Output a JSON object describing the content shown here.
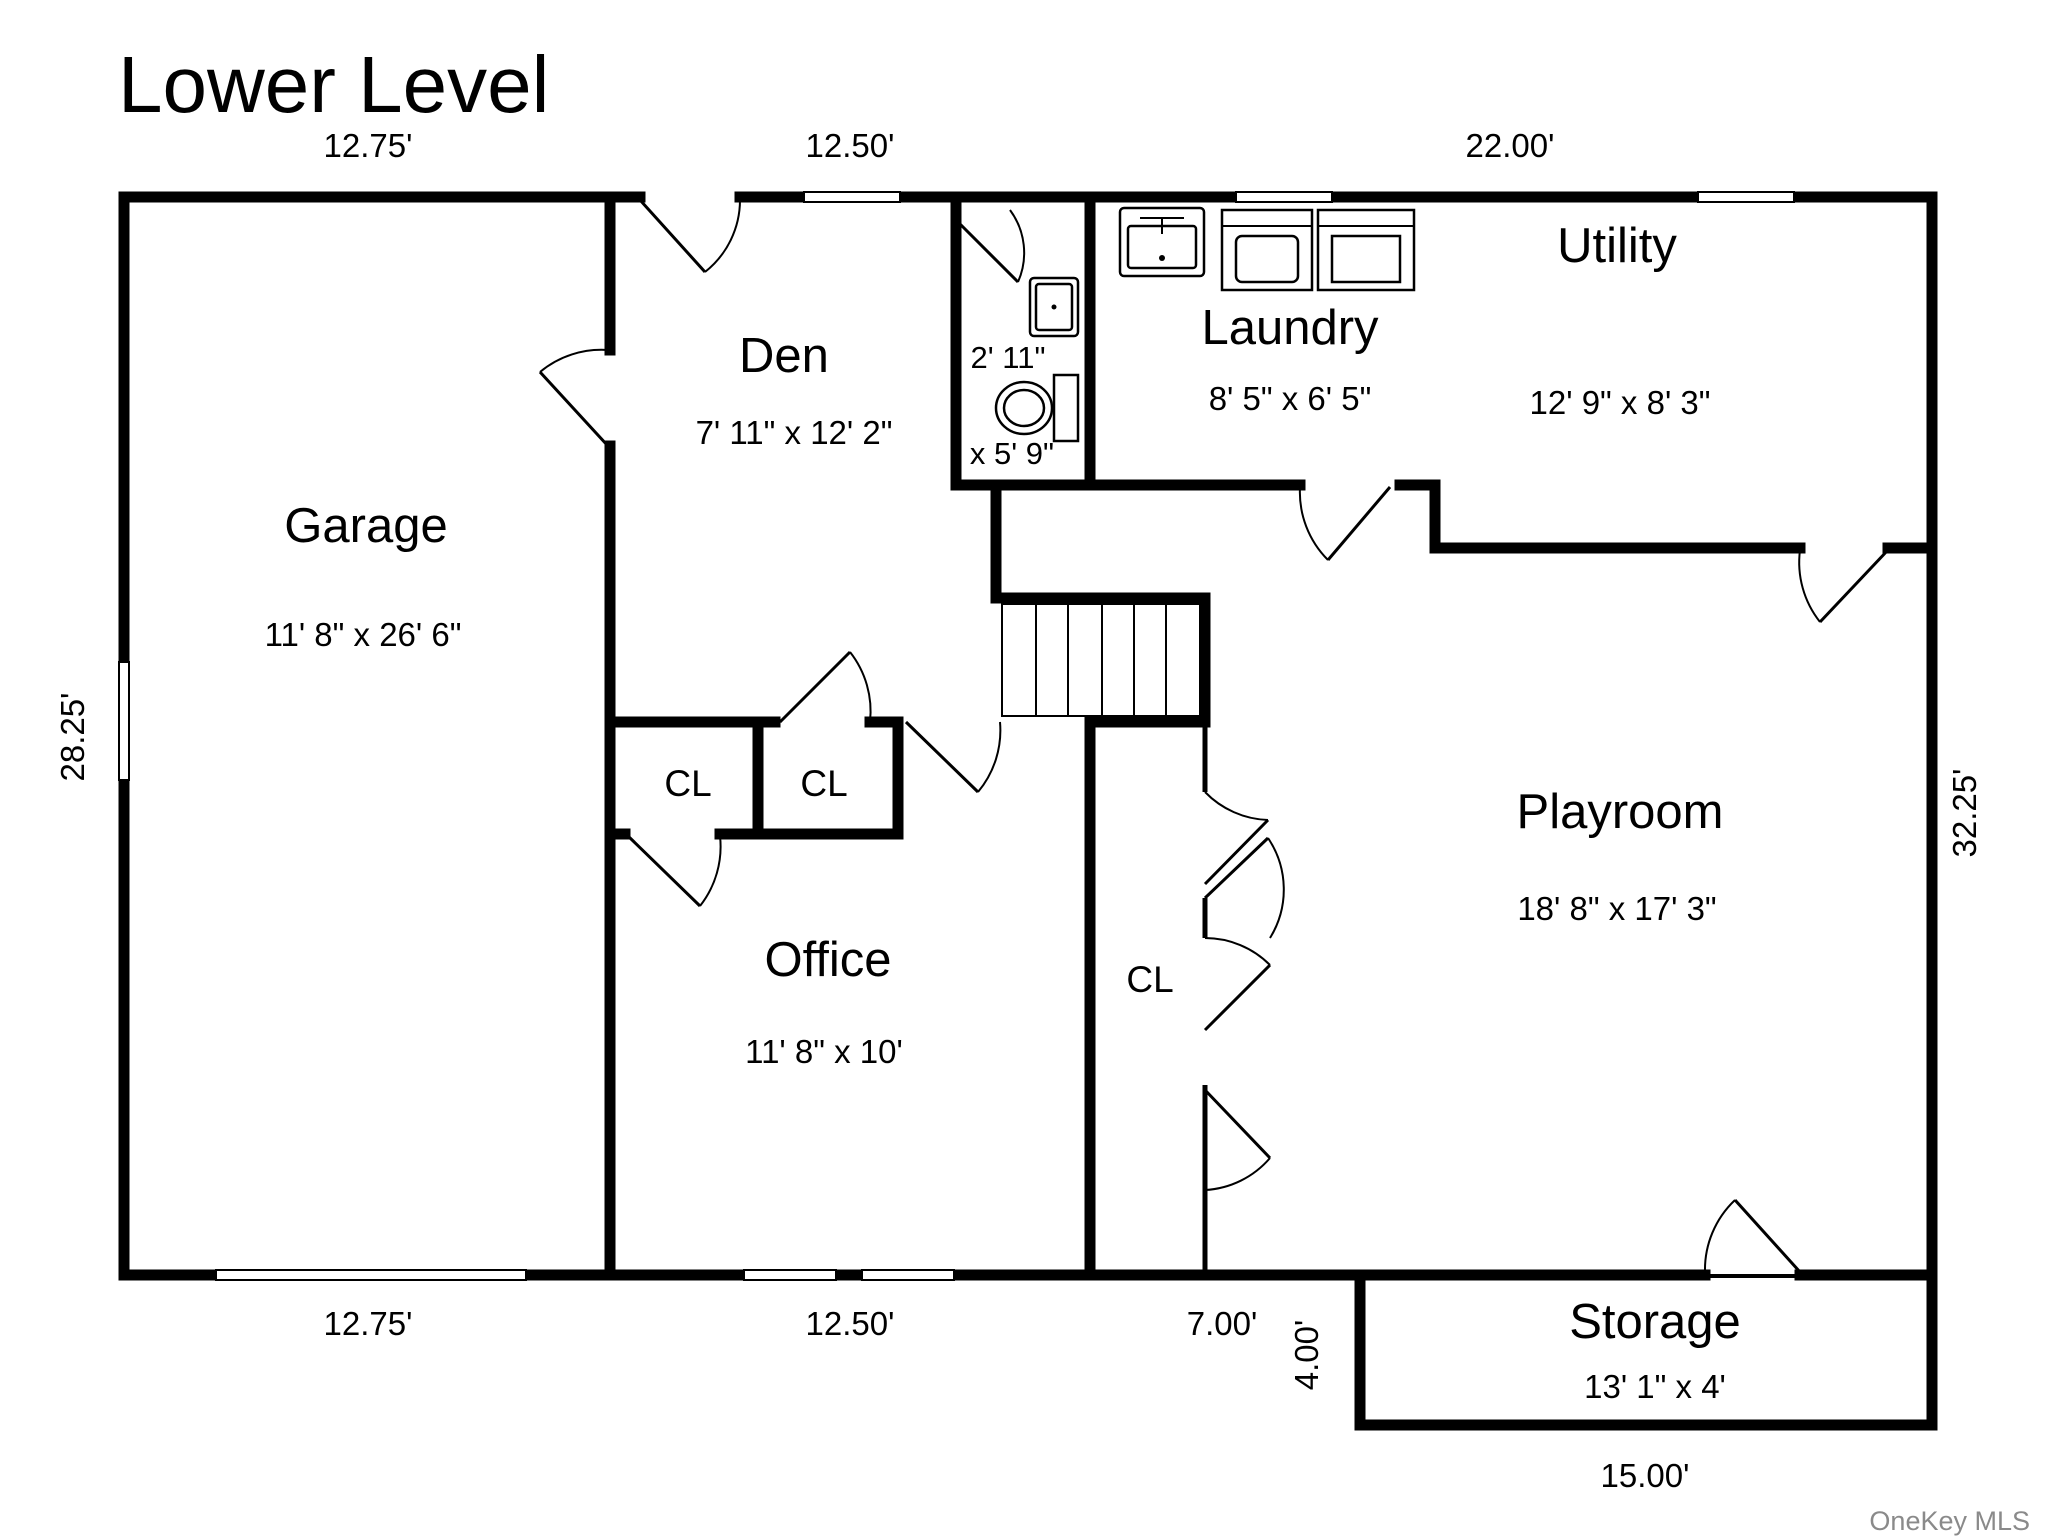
{
  "title": "Lower Level",
  "rooms": {
    "garage": {
      "name": "Garage",
      "dims": "11' 8\" x 26' 6\""
    },
    "den": {
      "name": "Den",
      "dims": "7' 11\" x 12' 2\""
    },
    "bath": {
      "dim_a": "2' 11\"",
      "dim_b": "x 5' 9\""
    },
    "laundry": {
      "name": "Laundry",
      "dims": "8' 5\" x 6' 5\""
    },
    "utility": {
      "name": "Utility",
      "dims": "12' 9\" x 8' 3\""
    },
    "office": {
      "name": "Office",
      "dims": "11' 8\" x 10'"
    },
    "playroom": {
      "name": "Playroom",
      "dims": "18' 8\" x 17' 3\""
    },
    "storage": {
      "name": "Storage",
      "dims": "13' 1\" x 4'"
    },
    "closets": [
      "CL",
      "CL",
      "CL"
    ]
  },
  "measurements": {
    "top_left": "12.75'",
    "top_mid": "12.50'",
    "top_right": "22.00'",
    "left": "28.25'",
    "right": "32.25'",
    "bottom_left": "12.75'",
    "bottom_mid": "12.50'",
    "bottom_step": "7.00'",
    "storage_depth": "4.00'",
    "storage_width": "15.00'"
  },
  "watermark": "OneKey MLS"
}
